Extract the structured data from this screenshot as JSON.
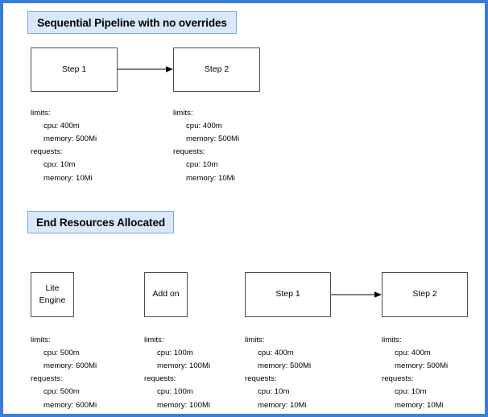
{
  "page": {
    "frame_color": "#3b7ddd",
    "background": "#ffffff",
    "chip_fill": "#dae8fc",
    "chip_border": "#7ea6d9",
    "node_border": "#4d4d4d"
  },
  "sections": [
    {
      "title": "Sequential Pipeline with no overrides",
      "nodes": [
        {
          "label": "Step 1"
        },
        {
          "label": "Step 2"
        }
      ],
      "specs": [
        {
          "limits_label": "limits:",
          "limits_cpu": "cpu: 400m",
          "limits_memory": "memory: 500Mi",
          "requests_label": "requests:",
          "requests_cpu": "cpu: 10m",
          "requests_memory": "memory: 10Mi"
        },
        {
          "limits_label": "limits:",
          "limits_cpu": "cpu: 400m",
          "limits_memory": "memory: 500Mi",
          "requests_label": "requests:",
          "requests_cpu": "cpu: 10m",
          "requests_memory": "memory: 10Mi"
        }
      ]
    },
    {
      "title": "End Resources Allocated",
      "nodes": [
        {
          "label_line1": "Lite",
          "label_line2": "Engine"
        },
        {
          "label_line1": "Add on",
          "label_line2": ""
        },
        {
          "label_line1": "Step 1",
          "label_line2": ""
        },
        {
          "label_line1": "Step 2",
          "label_line2": ""
        }
      ],
      "specs": [
        {
          "limits_label": "limits:",
          "limits_cpu": "cpu: 500m",
          "limits_memory": "memory: 600Mi",
          "requests_label": "requests:",
          "requests_cpu": "cpu: 500m",
          "requests_memory": "memory: 600Mi"
        },
        {
          "limits_label": "limits:",
          "limits_cpu": "cpu: 100m",
          "limits_memory": "memory: 100Mi",
          "requests_label": "requests:",
          "requests_cpu": "cpu: 100m",
          "requests_memory": "memory: 100Mi"
        },
        {
          "limits_label": "limits:",
          "limits_cpu": "cpu: 400m",
          "limits_memory": "memory: 500Mi",
          "requests_label": "requests:",
          "requests_cpu": "cpu: 10m",
          "requests_memory": "memory: 10Mi"
        },
        {
          "limits_label": "limits:",
          "limits_cpu": "cpu: 400m",
          "limits_memory": "memory: 500Mi",
          "requests_label": "requests:",
          "requests_cpu": "cpu: 10m",
          "requests_memory": "memory: 10Mi"
        }
      ]
    }
  ]
}
